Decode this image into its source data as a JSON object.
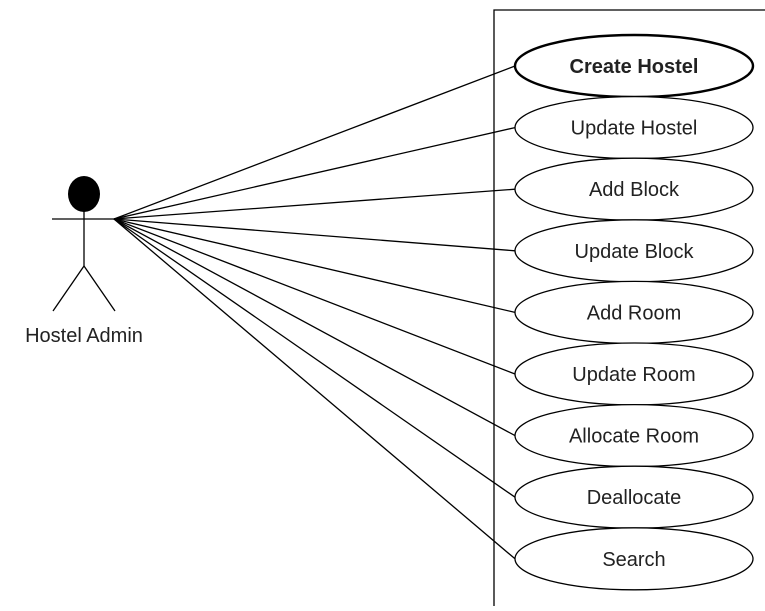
{
  "actor": {
    "name": "Hostel Admin"
  },
  "use_cases": [
    {
      "label": "Create Hostel",
      "emphasized": true
    },
    {
      "label": "Update Hostel",
      "emphasized": false
    },
    {
      "label": "Add Block",
      "emphasized": false
    },
    {
      "label": "Update Block",
      "emphasized": false
    },
    {
      "label": "Add Room",
      "emphasized": false
    },
    {
      "label": "Update Room",
      "emphasized": false
    },
    {
      "label": "Allocate Room",
      "emphasized": false
    },
    {
      "label": "Deallocate",
      "emphasized": false
    },
    {
      "label": "Search",
      "emphasized": false
    }
  ],
  "colors": {
    "stroke": "#000000",
    "background": "#ffffff",
    "text": "#222222"
  }
}
